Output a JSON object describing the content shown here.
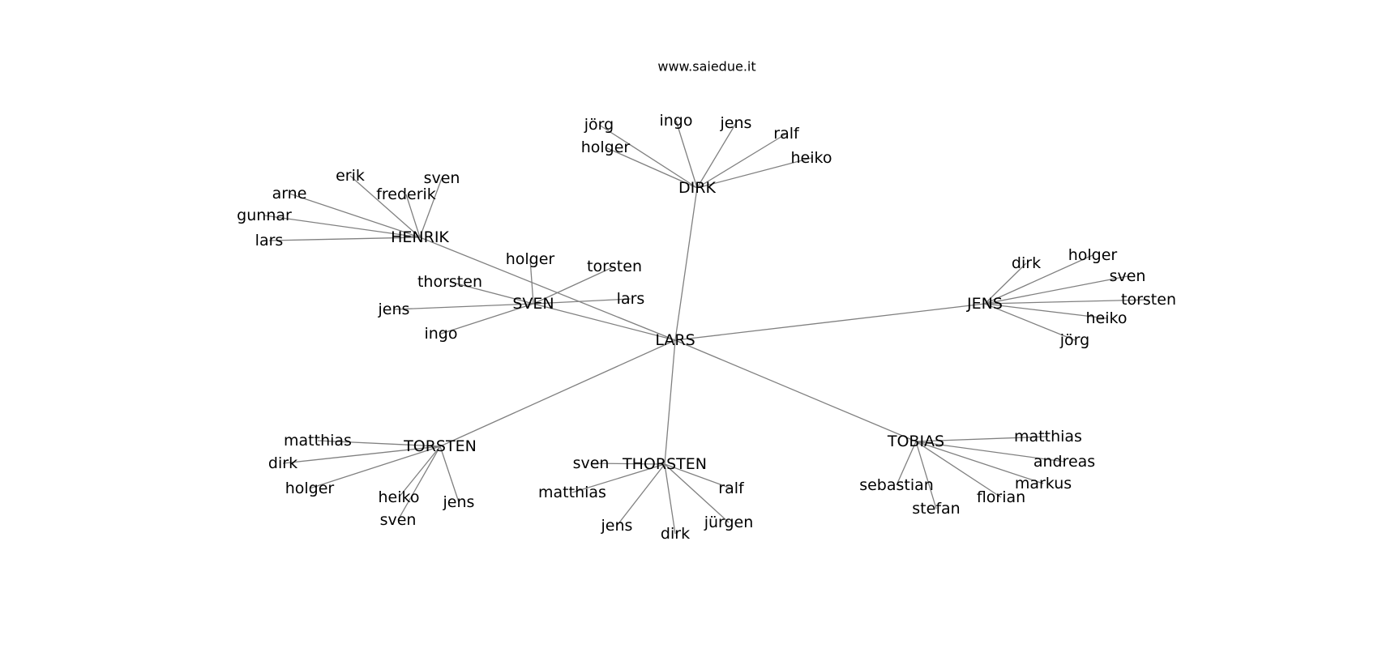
{
  "header": {
    "site": "www.saiedue.it"
  },
  "graph": {
    "root": "LARS",
    "clusters": [
      {
        "hub": "DIRK",
        "leaves": [
          "jörg",
          "ingo",
          "jens",
          "ralf",
          "holger",
          "heiko"
        ]
      },
      {
        "hub": "HENRIK",
        "leaves": [
          "erik",
          "sven",
          "arne",
          "frederik",
          "gunnar",
          "lars"
        ]
      },
      {
        "hub": "SVEN",
        "leaves": [
          "holger",
          "torsten",
          "thorsten",
          "lars",
          "jens",
          "ingo"
        ]
      },
      {
        "hub": "JENS",
        "leaves": [
          "dirk",
          "holger",
          "sven",
          "torsten",
          "heiko",
          "jörg"
        ]
      },
      {
        "hub": "TORSTEN",
        "leaves": [
          "matthias",
          "dirk",
          "holger",
          "heiko",
          "jens",
          "sven"
        ]
      },
      {
        "hub": "THORSTEN",
        "leaves": [
          "sven",
          "ralf",
          "matthias",
          "jens",
          "dirk",
          "jürgen"
        ]
      },
      {
        "hub": "TOBIAS",
        "leaves": [
          "matthias",
          "andreas",
          "sebastian",
          "markus",
          "florian",
          "stefan"
        ]
      }
    ]
  }
}
